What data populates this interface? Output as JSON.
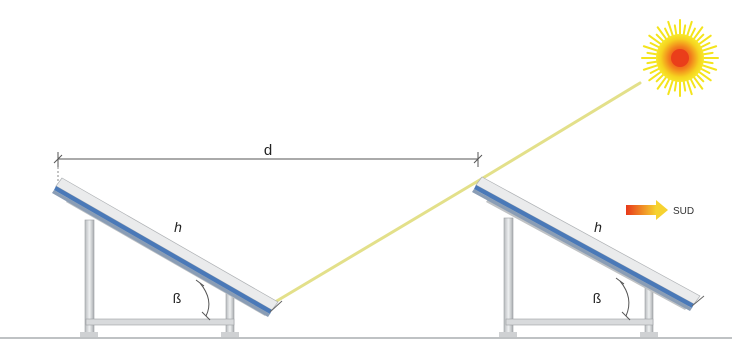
{
  "labels": {
    "distance": "d",
    "panel_length_left": "h",
    "panel_length_right": "h",
    "tilt_angle_left": "ß",
    "tilt_angle_right": "ß",
    "direction": "SUD"
  },
  "colors": {
    "sun_ray": "#e3e08a",
    "panel_front": "#4a79b8",
    "panel_top": "#e6e6e6",
    "frame": "#c9cccf",
    "sun_core": "#f05a1a",
    "sun_glow": "#f7e21c",
    "arrow_start": "#e8381a",
    "arrow_end": "#f6d230"
  },
  "icons": {
    "sun": "sun-icon",
    "direction_arrow": "arrow-right-icon"
  }
}
